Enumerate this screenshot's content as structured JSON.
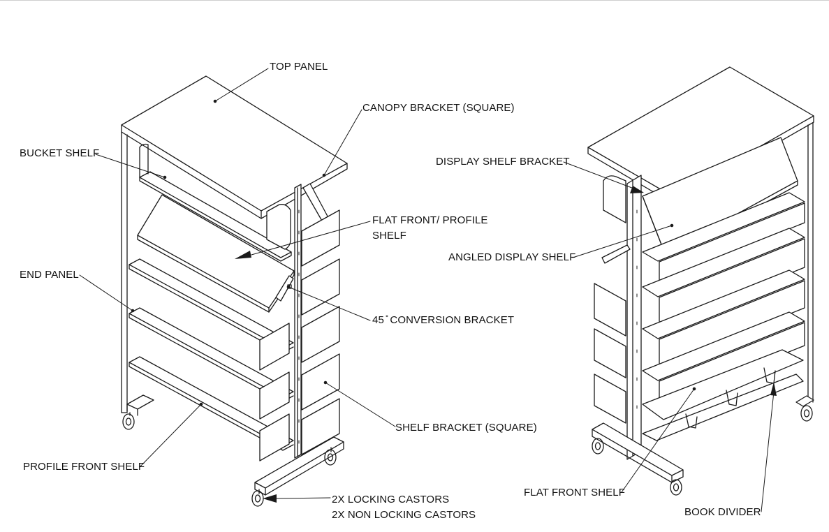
{
  "labels": {
    "top_panel": "TOP PANEL",
    "canopy_bracket": "CANOPY BRACKET (SQUARE)",
    "bucket_shelf": "BUCKET SHELF",
    "flat_front_profile_line1": "FLAT FRONT/ PROFILE",
    "flat_front_profile_line2": "SHELF",
    "end_panel": "END PANEL",
    "conversion_bracket": "45 ̊ CONVERSION BRACKET",
    "shelf_bracket": "SHELF BRACKET (SQUARE)",
    "profile_front_shelf": "PROFILE FRONT SHELF",
    "castors_line1": "2X LOCKING CASTORS",
    "castors_line2": "2X NON LOCKING CASTORS",
    "display_shelf_bracket": "DISPLAY SHELF BRACKET",
    "angled_display_shelf": "ANGLED DISPLAY SHELF",
    "flat_front_shelf": "FLAT FRONT SHELF",
    "book_divider": "BOOK DIVIDER"
  },
  "colors": {
    "line": "#1a1a1a",
    "text": "#111111",
    "background": "#ffffff"
  }
}
